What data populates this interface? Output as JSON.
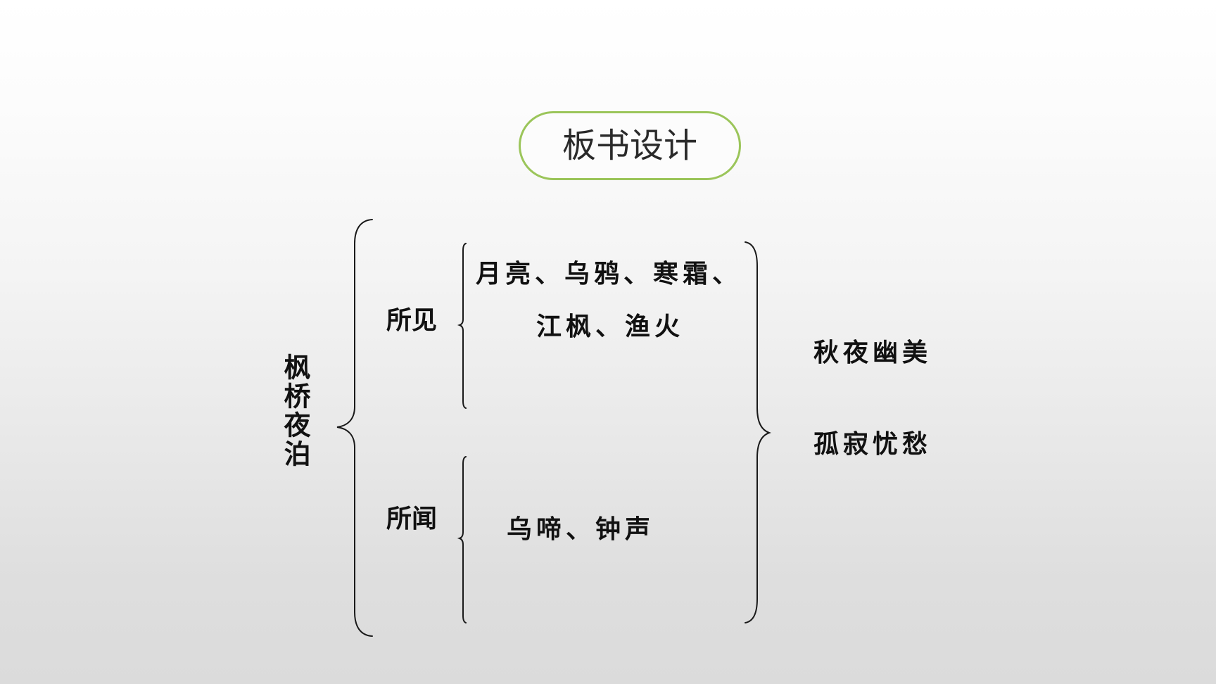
{
  "slide": {
    "title": "板书设计",
    "poem_title": "枫桥夜泊",
    "colors": {
      "accent_border": "#9bc55a",
      "text": "#111111",
      "title_text": "#2a2a2a",
      "background_top": "#ffffff",
      "background_bottom": "#dbdbdb"
    }
  },
  "sections": [
    {
      "label": "所见",
      "lines": [
        "月亮、乌鸦、寒霜、",
        "江枫、渔火"
      ]
    },
    {
      "label": "所闻",
      "lines": [
        "乌啼、钟声"
      ]
    }
  ],
  "conclusions": [
    "秋夜幽美",
    "孤寂忧愁"
  ]
}
